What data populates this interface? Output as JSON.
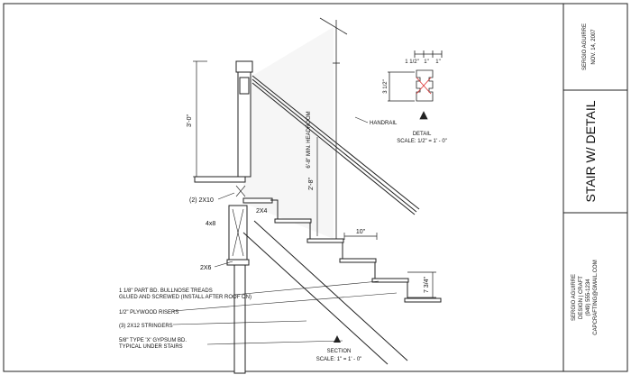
{
  "sheet": {
    "title": "STAIR W/ DETAIL",
    "author_block": {
      "name": "SERGIO AGUIRRE",
      "date": "NOV. 14, 2007"
    },
    "contact_block": {
      "line1": "SERGIO AGUIRRE",
      "line2": "DESIGN | CRAFT",
      "line3": "(949) 555-1234",
      "line4": "CAPCRAFTING@GMAIL.COM"
    }
  },
  "labels": {
    "handrail": "HANDRAIL",
    "detail_title": "DETAIL",
    "detail_scale": "SCALE: 1/2\" = 1' - 0\"",
    "section_title": "SECTION",
    "section_scale": "SCALE: 1\" = 1' - 0\"",
    "two_x_ten": "(2) 2X10",
    "two_x_four": "2X4",
    "four_x_eight": "4x8",
    "two_x_six": "2X6",
    "min_headroom": "6'-8\" MIN. HEADROOM",
    "note_treads_1": "1 1/8\" PART BD. BULLNOSE TREADS",
    "note_treads_2": "GLUED AND SCREWED (INSTALL AFTER ROOF ON)",
    "note_risers": "1/2\" PLYWOOD RISERS",
    "note_stringers": "(3) 2X12 STRINGERS",
    "note_gypsum_1": "5/8\" TYPE 'X' GYPSUM BD.",
    "note_gypsum_2": "TYPICAL UNDER STAIRS"
  },
  "dimensions": {
    "newel_height": "3'-0\"",
    "rail_height": "2'-8\"",
    "tread_depth": "10\"",
    "riser_height": "7 3/4\"",
    "detail_height": "3 1/2\"",
    "detail_widths": [
      "1 1/2\"",
      "1\"",
      "1\""
    ]
  }
}
